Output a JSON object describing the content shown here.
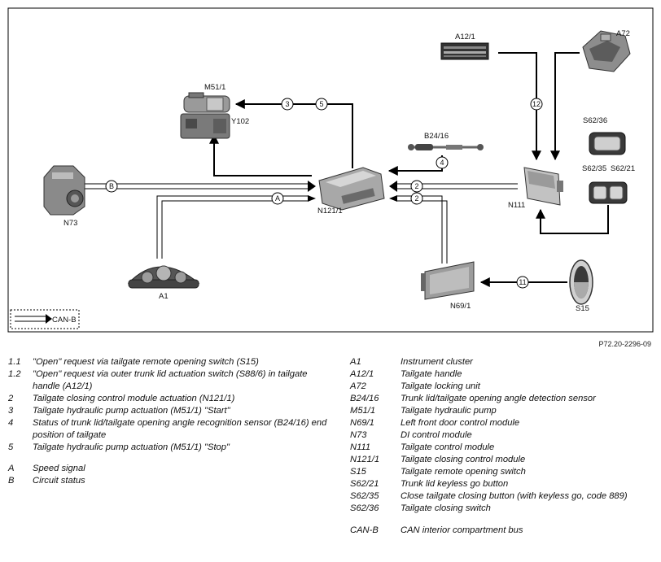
{
  "diagram": {
    "labels": {
      "m51_1": "M51/1",
      "y102": "Y102",
      "a12_1": "A12/1",
      "a72": "A72",
      "s62_36": "S62/36",
      "s62_35": "S62/35",
      "s62_21": "S62/21",
      "b24_16": "B24/16",
      "n73": "N73",
      "n121_1": "N121/1",
      "n111": "N111",
      "a1": "A1",
      "n69_1": "N69/1",
      "s15": "S15",
      "can_b_key": "CAN-B"
    },
    "circles": {
      "c3": "3",
      "c5": "5",
      "c12": "12",
      "c4": "4",
      "cB": "B",
      "cA": "A",
      "c2a": "2",
      "c2b": "2",
      "c11": "11"
    }
  },
  "reference": "P72.20-2296-09",
  "legend_left": [
    {
      "key": "1.1",
      "text": "\"Open\" request via tailgate remote opening switch (S15)"
    },
    {
      "key": "1.2",
      "text": "\"Open\" request via outer trunk lid actuation switch (S88/6) in tailgate handle (A12/1)"
    },
    {
      "key": "2",
      "text": "Tailgate closing control module actuation (N121/1)"
    },
    {
      "key": "3",
      "text": "Tailgate hydraulic pump actuation (M51/1) \"Start\""
    },
    {
      "key": "4",
      "text": "Status of trunk lid/tailgate opening angle recognition sensor (B24/16) end position of tailgate"
    },
    {
      "key": "5",
      "text": "Tailgate hydraulic pump actuation (M51/1) \"Stop\""
    }
  ],
  "legend_left_signals": [
    {
      "key": "A",
      "text": "Speed signal"
    },
    {
      "key": "B",
      "text": "Circuit status"
    }
  ],
  "legend_right": [
    {
      "key": "A1",
      "text": "Instrument cluster"
    },
    {
      "key": "A12/1",
      "text": "Tailgate handle"
    },
    {
      "key": "A72",
      "text": "Tailgate locking unit"
    },
    {
      "key": "B24/16",
      "text": "Trunk lid/tailgate opening angle detection sensor"
    },
    {
      "key": "M51/1",
      "text": "Tailgate hydraulic pump"
    },
    {
      "key": "N69/1",
      "text": "Left front door control module"
    },
    {
      "key": "N73",
      "text": "DI control module"
    },
    {
      "key": "N111",
      "text": "Tailgate control module"
    },
    {
      "key": "N121/1",
      "text": "Tailgate closing control module"
    },
    {
      "key": "S15",
      "text": "Tailgate remote opening switch"
    },
    {
      "key": "S62/21",
      "text": "Trunk lid keyless go button"
    },
    {
      "key": "S62/35",
      "text": "Close tailgate closing button (with keyless go, code 889)"
    },
    {
      "key": "S62/36",
      "text": "Tailgate closing switch"
    }
  ],
  "legend_right_bus": [
    {
      "key": "CAN-B",
      "text": "CAN interior compartment bus"
    }
  ]
}
